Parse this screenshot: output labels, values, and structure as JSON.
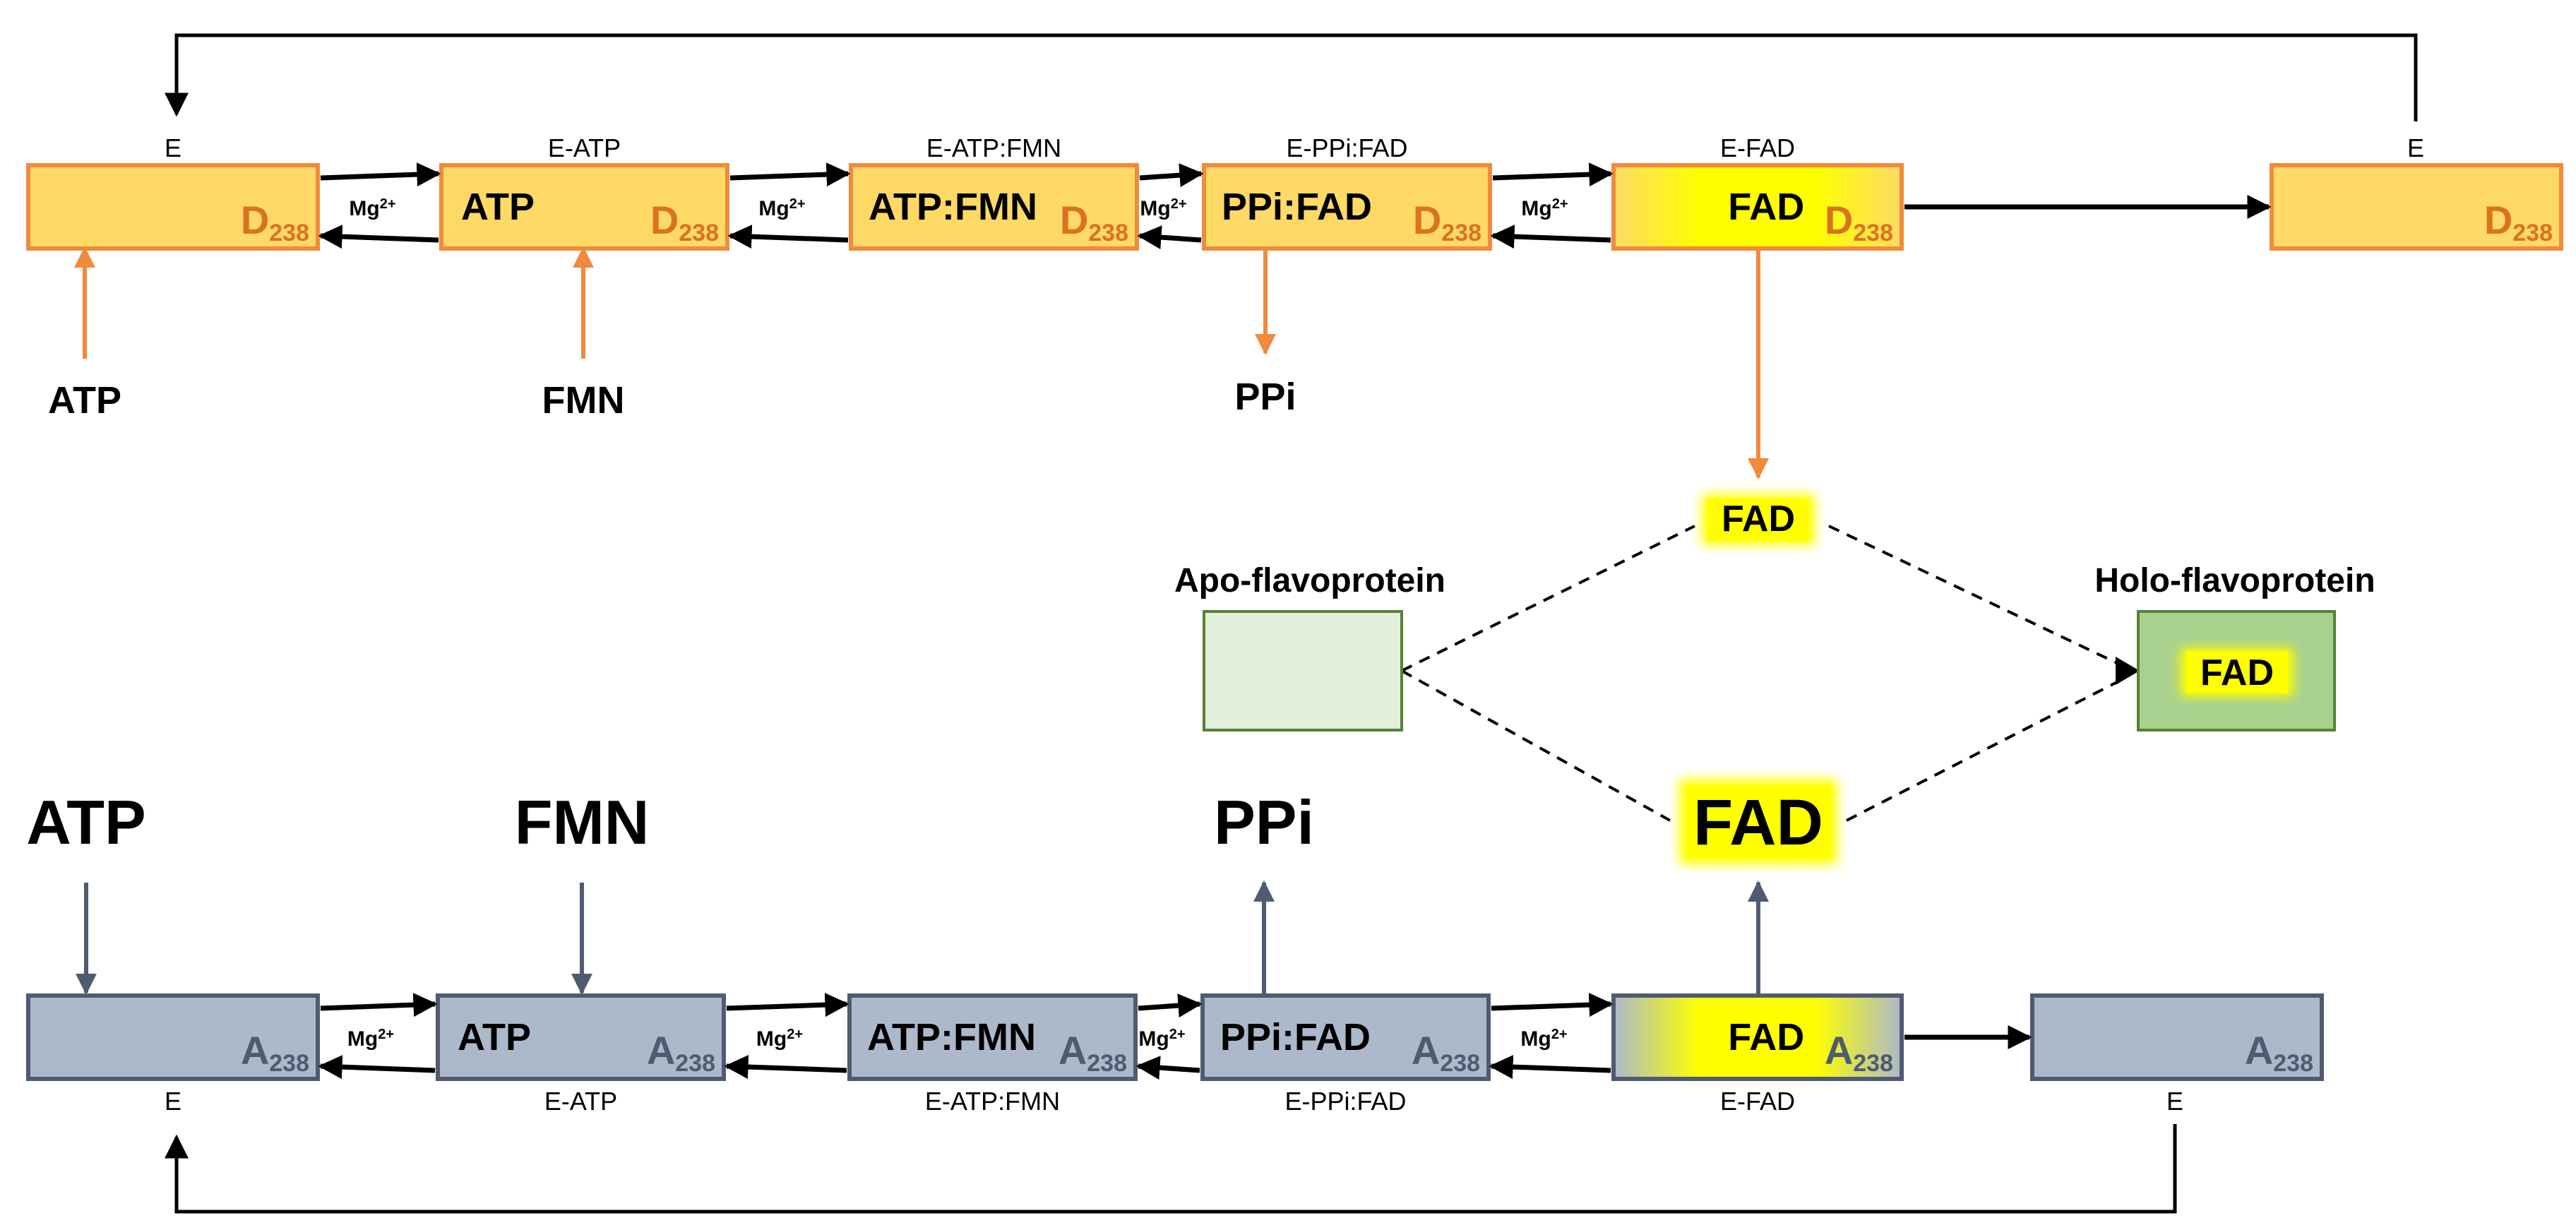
{
  "colors": {
    "orange_fill": "#ffd966",
    "orange_border": "#f08a3c",
    "orange_text": "#d97321",
    "gray_fill": "#acb9ca",
    "gray_border": "#4f5b70",
    "gray_text": "#4f5b70",
    "apo_fill": "#e2efda",
    "holo_fill": "#a9d18e",
    "green_border": "#548235",
    "fad_yellow": "#ffff00"
  },
  "top_pathway": {
    "state_labels": [
      "E",
      "E-ATP",
      "E-ATP:FMN",
      "E-PPi:FAD",
      "E-FAD",
      "E"
    ],
    "box_labels": [
      "",
      "ATP",
      "ATP:FMN",
      "PPi:FAD",
      "FAD",
      ""
    ],
    "residue": "D",
    "residue_number": "238",
    "cofactor": "Mg",
    "cofactor_charge": "2+",
    "substrates": [
      "ATP",
      "FMN"
    ],
    "product": "PPi"
  },
  "bottom_pathway": {
    "state_labels": [
      "E",
      "E-ATP",
      "E-ATP:FMN",
      "E-PPi:FAD",
      "E-FAD",
      "E"
    ],
    "box_labels": [
      "",
      "ATP",
      "ATP:FMN",
      "PPi:FAD",
      "FAD",
      ""
    ],
    "residue": "A",
    "residue_number": "238",
    "cofactor": "Mg",
    "cofactor_charge": "2+",
    "substrates": [
      "ATP",
      "FMN"
    ],
    "product": "PPi"
  },
  "middle": {
    "fad_top": "FAD",
    "fad_bottom": "FAD",
    "apo_label": "Apo-flavoprotein",
    "holo_label": "Holo-flavoprotein",
    "holo_fad": "FAD"
  }
}
